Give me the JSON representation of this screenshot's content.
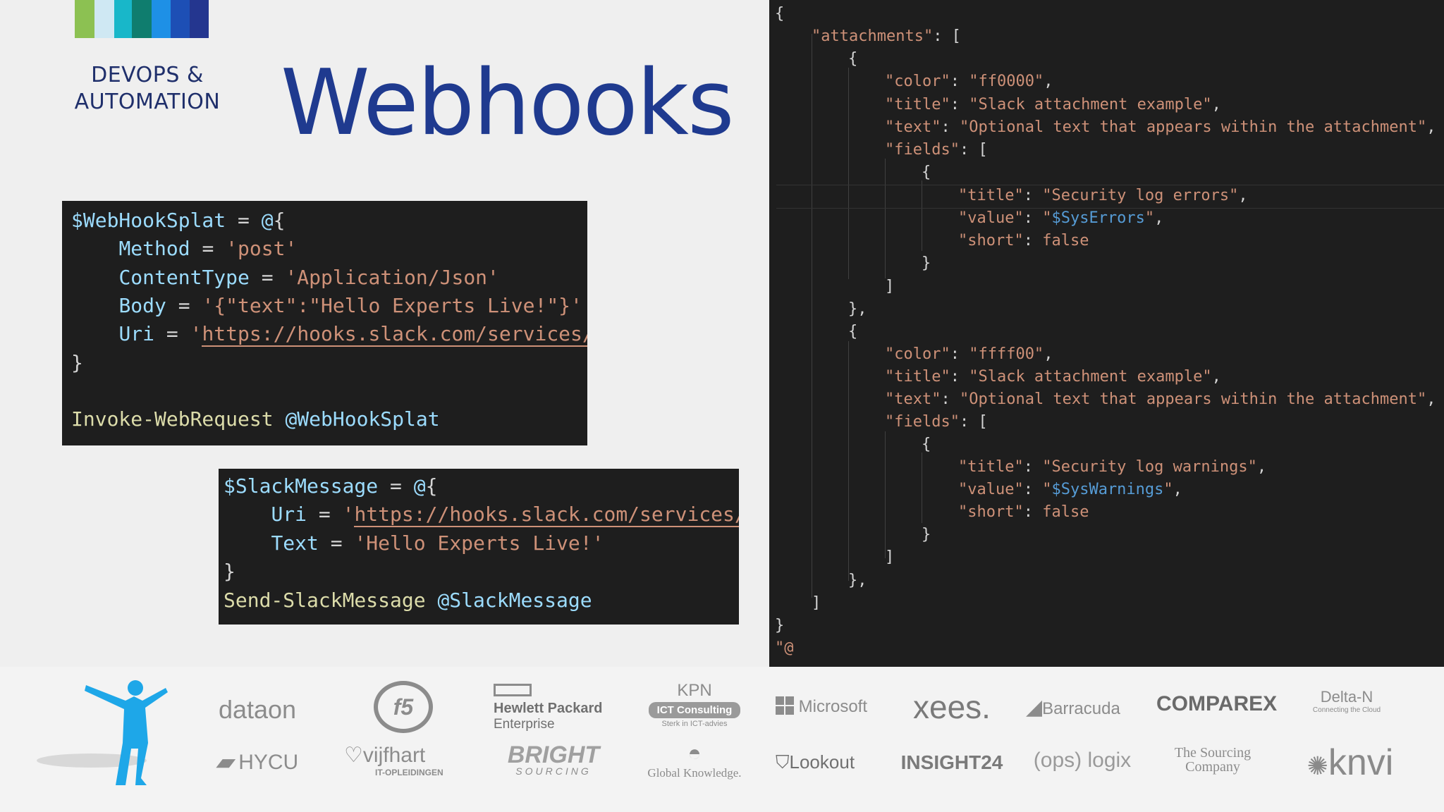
{
  "brand": {
    "line1": "DEVOPS &",
    "line2": "AUTOMATION",
    "stripe_colors": [
      "#8cc152",
      "#cfe8f3",
      "#18b7c9",
      "#0f7d6e",
      "#1e90e6",
      "#1d4fb5",
      "#24368f"
    ]
  },
  "title": "Webhooks",
  "code1": {
    "var": "$WebHookSplat",
    "method_key": "Method",
    "method_val": "'post'",
    "ct_key": "ContentType",
    "ct_val": "'Application/Json'",
    "body_key": "Body",
    "body_val": "'{\"text\":\"Hello Experts Live!\"}'",
    "uri_key": "Uri",
    "uri_val": "https://hooks.slack.com/services/T",
    "invoke": "Invoke-WebRequest",
    "splat": "@WebHookSplat"
  },
  "code2": {
    "var": "$SlackMessage",
    "uri_key": "Uri",
    "uri_val": "https://hooks.slack.com/services/T",
    "text_key": "Text",
    "text_val": "'Hello Experts Live!'",
    "cmd": "Send-SlackMessage",
    "splat": "@SlackMessage"
  },
  "json": {
    "attachments_key": "\"attachments\"",
    "color_key": "\"color\"",
    "color1": "\"ff0000\"",
    "color2": "\"ffff00\"",
    "title_key": "\"title\"",
    "title_val": "\"Slack attachment example\"",
    "text_key": "\"text\"",
    "text_val": "\"Optional text that appears within the attachment\"",
    "fields_key": "\"fields\"",
    "ftitle1": "\"Security log errors\"",
    "ftitle2": "\"Security log warnings\"",
    "value_key": "\"value\"",
    "var1": "$SysErrors",
    "var2": "$SysWarnings",
    "short_key": "\"short\"",
    "short_val": "false",
    "end": "\"@"
  },
  "logos": {
    "dataon": "dataon",
    "f5": "f5",
    "hpe1": "Hewlett Packard",
    "hpe2": "Enterprise",
    "kpn": "KPN",
    "kpn_badge": "ICT Consulting",
    "kpn_sub": "Sterk in ICT-advies",
    "microsoft": "Microsoft",
    "xees": "xees.",
    "barracuda": "Barracuda",
    "comparex": "COMPAREX",
    "deltan": "Delta-N",
    "deltan_sub": "Connecting the Cloud",
    "hycu": "HYCU",
    "vijfhart": "vijfhart",
    "vijfhart_sub": "IT-OPLEIDINGEN",
    "bright": "BRIGHT",
    "bright_sub": "SOURCING",
    "gk": "Global Knowledge.",
    "lookout": "Lookout",
    "insight": "INSIGHT24",
    "opslogix": "(ops) logix",
    "sourcing1": "The Sourcing",
    "sourcing2": "Company",
    "knvi": "knvi"
  },
  "accent_colors": {
    "title": "#1f3a8f",
    "string": "#ce9178",
    "variable": "#9cdcfe",
    "command": "#dcdcaa",
    "figure": "#1ea7e8"
  }
}
